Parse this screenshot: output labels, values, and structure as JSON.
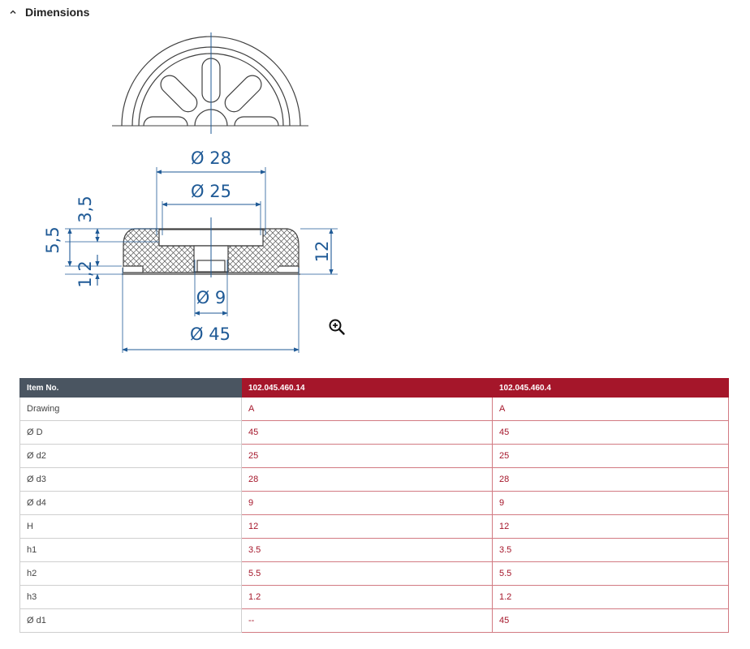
{
  "section": {
    "title": "Dimensions",
    "toggle_icon": "chevron-up-icon"
  },
  "drawing": {
    "labels": {
      "d28": "Ø 28",
      "d25": "Ø 25",
      "d9": "Ø 9",
      "d45": "Ø 45",
      "h1": "3,5",
      "h2": "5,5",
      "h3": "1,2",
      "H": "12"
    },
    "colors": {
      "outline": "#404040",
      "dimension": "#1f5a96"
    },
    "zoom_icon": "zoom-in-icon"
  },
  "table": {
    "header": {
      "label": "Item No.",
      "items": [
        "102.045.460.14",
        "102.045.460.4"
      ]
    },
    "rows": [
      {
        "label": "Drawing",
        "values": [
          "A",
          "A"
        ]
      },
      {
        "label": "Ø D",
        "values": [
          "45",
          "45"
        ]
      },
      {
        "label": "Ø d2",
        "values": [
          "25",
          "25"
        ]
      },
      {
        "label": "Ø d3",
        "values": [
          "28",
          "28"
        ]
      },
      {
        "label": "Ø d4",
        "values": [
          "9",
          "9"
        ]
      },
      {
        "label": "H",
        "values": [
          "12",
          "12"
        ]
      },
      {
        "label": "h1",
        "values": [
          "3.5",
          "3.5"
        ]
      },
      {
        "label": "h2",
        "values": [
          "5.5",
          "5.5"
        ]
      },
      {
        "label": "h3",
        "values": [
          "1.2",
          "1.2"
        ]
      },
      {
        "label": "Ø d1",
        "values": [
          "--",
          "45"
        ]
      }
    ],
    "colors": {
      "header_label_bg": "#4a5561",
      "header_item_bg": "#a5162a",
      "value_text": "#a5162a"
    }
  }
}
